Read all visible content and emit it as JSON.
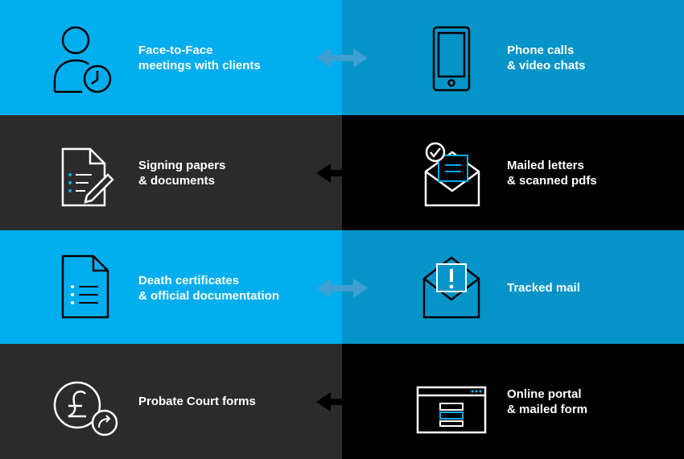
{
  "colors": {
    "light_blue": "#00aeef",
    "mid_blue": "#0594c8",
    "dark_grey": "#2b2b2b",
    "black": "#000000",
    "arrow_on_blue": "#3f9fd0",
    "arrow_on_dark": "#000000",
    "accent": "#00aeef"
  },
  "rows": [
    {
      "left": {
        "icon": "person-clock-icon",
        "lines": [
          "Face-to-Face",
          "meetings with clients"
        ]
      },
      "right": {
        "icon": "smartphone-icon",
        "lines": [
          "Phone calls",
          "& video chats"
        ]
      }
    },
    {
      "left": {
        "icon": "document-pen-icon",
        "lines": [
          "Signing papers",
          "& documents"
        ]
      },
      "right": {
        "icon": "envelope-check-icon",
        "lines": [
          "Mailed letters",
          "& scanned pdfs"
        ]
      }
    },
    {
      "left": {
        "icon": "document-list-icon",
        "lines": [
          "Death certificates",
          "& official documentation"
        ]
      },
      "right": {
        "icon": "envelope-alert-icon",
        "lines": [
          "Tracked mail"
        ]
      }
    },
    {
      "left": {
        "icon": "pound-coin-arrow-icon",
        "lines": [
          "Probate Court forms"
        ]
      },
      "right": {
        "icon": "browser-window-icon",
        "lines": [
          "Online portal",
          "& mailed form"
        ]
      }
    }
  ]
}
